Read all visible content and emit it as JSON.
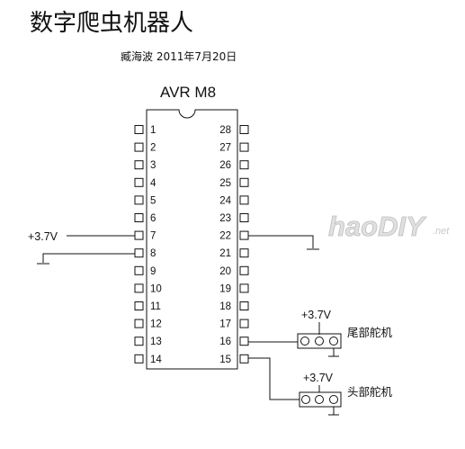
{
  "title": "数字爬虫机器人",
  "author_line": "臧海波  2011年7月20日",
  "chip": {
    "name": "AVR M8",
    "left_pins": [
      "1",
      "2",
      "3",
      "4",
      "5",
      "6",
      "7",
      "8",
      "9",
      "10",
      "11",
      "12",
      "13",
      "14"
    ],
    "right_pins": [
      "28",
      "27",
      "26",
      "25",
      "24",
      "23",
      "22",
      "21",
      "20",
      "19",
      "18",
      "17",
      "16",
      "15"
    ]
  },
  "nets": {
    "pin7_supply": "+3.7V",
    "tail_supply": "+3.7V",
    "head_supply": "+3.7V"
  },
  "servos": {
    "tail_label": "尾部舵机",
    "head_label": "头部舵机"
  },
  "watermark": {
    "main": "haoDIY",
    "suffix": ".net"
  }
}
